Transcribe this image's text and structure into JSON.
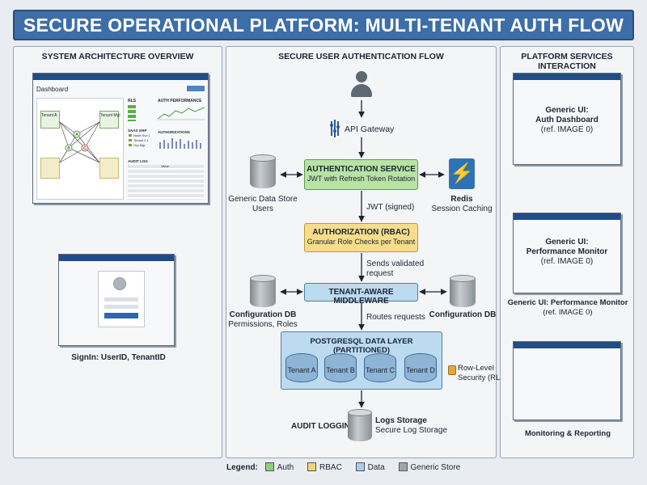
{
  "title": "SECURE OPERATIONAL PLATFORM: MULTI-TENANT AUTH FLOW",
  "left": {
    "title": "SYSTEM ARCHITECTURE OVERVIEW",
    "dashboard": {
      "title": "Dashboard",
      "tenant_a": "Tenant A",
      "tenant_mgr": "Tenant Mgr",
      "rls": "RLS",
      "auth_performance": "AUTH PERFORMANCE",
      "saas_grp": "SAAS GRP",
      "node_items": [
        "Node Svc 1",
        "Tenant 2.1",
        "Grp Mgr"
      ],
      "authorizations": "AUTHORIZATIONS",
      "audit_log": "AUDIT LOG",
      "audit_cols": [
        "",
        "Value"
      ],
      "nodes": [
        "A",
        "B",
        "C"
      ]
    },
    "signin_caption": "SignIn: UserID, TenantID"
  },
  "center": {
    "title": "SECURE USER AUTHENTICATION FLOW",
    "api_gateway": "API Gateway",
    "auth_service": {
      "title": "AUTHENTICATION SERVICE",
      "sub": "JWT with Refresh Token Rotation"
    },
    "generic_store": {
      "title": "Generic Data Store",
      "sub": "Users"
    },
    "redis": {
      "title": "Redis",
      "sub": "Session Caching"
    },
    "jwt": "JWT (signed)",
    "authorization": {
      "title": "AUTHORIZATION (RBAC)",
      "sub": "Granular Role Checks per Tenant"
    },
    "sends_validated": "Sends validated",
    "request": "request",
    "middleware": "TENANT-AWARE MIDDLEWARE",
    "config_left": {
      "title": "Configuration DB",
      "sub": "Permissions, Roles"
    },
    "config_right": "Configuration DB",
    "routes": "Routes requests",
    "data_layer": "POSTGRESQL DATA LAYER (PARTITIONED)",
    "tenants": [
      "Tenant A",
      "Tenant B",
      "Tenant C",
      "Tenant D"
    ],
    "rls": {
      "line1": "Row-Level",
      "line2": "Security (RLS)"
    },
    "audit": "AUDIT LOGGING",
    "logs": {
      "title": "Logs Storage",
      "sub": "Secure Log Storage"
    }
  },
  "right": {
    "title": "PLATFORM SERVICES INTERACTION",
    "win1": {
      "line1": "Generic UI:",
      "line2": "Auth Dashboard",
      "line3": "(ref. IMAGE 0)"
    },
    "win2": {
      "line1": "Generic UI:",
      "line2": "Performance Monitor",
      "line3": "(ref. IMAGE 0)"
    },
    "win2_caption": {
      "line1": "Generic UI: Performance Monitor",
      "line2": "(ref. IMAGE 0)"
    },
    "win3_caption": "Monitoring & Reporting"
  },
  "legend": {
    "label": "Legend:",
    "items": [
      {
        "label": "Auth",
        "color": "#8fcf7a"
      },
      {
        "label": "RBAC",
        "color": "#f3d579"
      },
      {
        "label": "Data",
        "color": "#a8cde8"
      },
      {
        "label": "Generic Store",
        "color": "#a0a4a8"
      }
    ]
  },
  "colors": {
    "banner": "#3d6ea8",
    "auth": "#b9e3a6",
    "rbac": "#f7dd8a",
    "data": "#bcdaf0",
    "redis": "#2f73b5"
  }
}
